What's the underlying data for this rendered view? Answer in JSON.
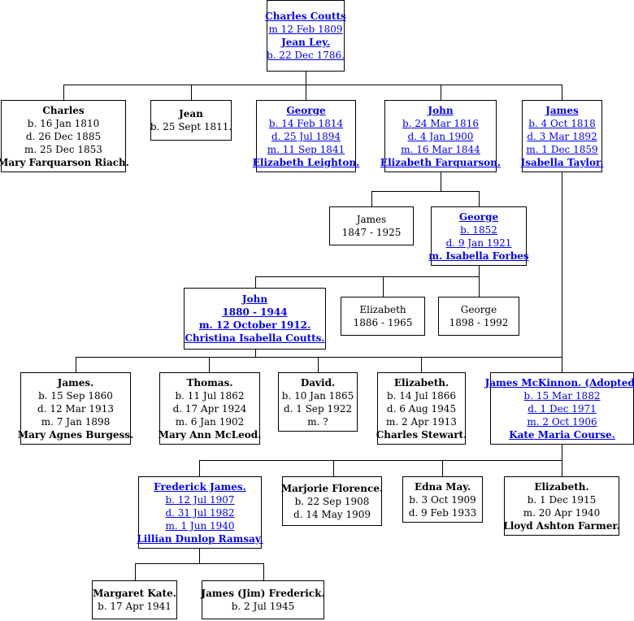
{
  "people": [
    {
      "id": "charles-coutts-sr",
      "lines": [
        {
          "text": "Charles Coutts",
          "bold": true,
          "link": true
        },
        {
          "text": "m 12 Feb 1809",
          "link": true
        },
        {
          "text": "Jean Ley.",
          "bold": true,
          "link": true
        },
        {
          "text": "b. 22 Dec 1786.",
          "link": true
        }
      ]
    },
    {
      "id": "charles",
      "lines": [
        {
          "text": "Charles",
          "bold": true
        },
        {
          "text": "b. 16 Jan 1810"
        },
        {
          "text": "d. 26 Dec 1885"
        },
        {
          "text": "m. 25 Dec 1853"
        },
        {
          "text": "Mary Farquarson Riach.",
          "bold": true
        }
      ]
    },
    {
      "id": "jean",
      "lines": [
        {
          "text": "Jean",
          "bold": true
        },
        {
          "text": "b. 25 Sept 1811."
        }
      ]
    },
    {
      "id": "george-1814",
      "lines": [
        {
          "text": "George",
          "bold": true,
          "link": true
        },
        {
          "text": "b. 14 Feb 1814",
          "link": true
        },
        {
          "text": "d. 25 Jul 1894",
          "link": true
        },
        {
          "text": "m. 11 Sep 1841",
          "link": true
        },
        {
          "text": "Elizabeth Leighton.",
          "bold": true,
          "link": true
        }
      ]
    },
    {
      "id": "john-1816",
      "lines": [
        {
          "text": "John",
          "bold": true,
          "link": true
        },
        {
          "text": "b. 24 Mar 1816",
          "link": true
        },
        {
          "text": "d. 4 Jan 1900",
          "link": true
        },
        {
          "text": "m. 16 Mar 1844",
          "link": true
        },
        {
          "text": "Elizabeth Farquarson.",
          "bold": true,
          "link": true
        }
      ]
    },
    {
      "id": "james-1818",
      "lines": [
        {
          "text": "James",
          "bold": true,
          "link": true
        },
        {
          "text": "b. 4 Oct 1818",
          "link": true
        },
        {
          "text": "d. 3 Mar 1892",
          "link": true
        },
        {
          "text": "m. 1 Dec 1859",
          "link": true
        },
        {
          "text": "Isabella Taylor.",
          "bold": true,
          "link": true
        }
      ]
    },
    {
      "id": "james-1847",
      "lines": [
        {
          "text": "James"
        },
        {
          "text": "1847 - 1925"
        }
      ]
    },
    {
      "id": "george-1852",
      "lines": [
        {
          "text": "George",
          "bold": true,
          "link": true
        },
        {
          "text": "b. 1852",
          "link": true
        },
        {
          "text": "d. 9 Jan 1921",
          "link": true
        },
        {
          "text": "m. Isabella Forbes",
          "bold": true,
          "link": true
        }
      ]
    },
    {
      "id": "john-1880",
      "lines": [
        {
          "text": "John",
          "bold": true,
          "link": true
        },
        {
          "text": "1880 - 1944",
          "bold": true,
          "link": true
        },
        {
          "text": "m. 12 October 1912.",
          "bold": true,
          "link": true
        },
        {
          "text": "Christina Isabella Coutts.",
          "bold": true,
          "link": true
        }
      ]
    },
    {
      "id": "elizabeth-1886",
      "lines": [
        {
          "text": "Elizabeth"
        },
        {
          "text": "1886 - 1965"
        }
      ]
    },
    {
      "id": "george-1898",
      "lines": [
        {
          "text": "George"
        },
        {
          "text": "1898 - 1992"
        }
      ]
    },
    {
      "id": "james-1860",
      "lines": [
        {
          "text": "James.",
          "bold": true
        },
        {
          "text": "b. 15 Sep 1860"
        },
        {
          "text": "d. 12 Mar 1913"
        },
        {
          "text": "m. 7 Jan 1898"
        },
        {
          "text": "Mary Agnes Burgess.",
          "bold": true
        }
      ]
    },
    {
      "id": "thomas-1862",
      "lines": [
        {
          "text": "Thomas.",
          "bold": true
        },
        {
          "text": "b. 11 Jul 1862"
        },
        {
          "text": "d. 17 Apr 1924"
        },
        {
          "text": "m. 6 Jan 1902"
        },
        {
          "text": "Mary Ann McLeod.",
          "bold": true
        }
      ]
    },
    {
      "id": "david-1865",
      "lines": [
        {
          "text": "David.",
          "bold": true
        },
        {
          "text": "b. 10 Jan 1865"
        },
        {
          "text": "d. 1 Sep 1922"
        },
        {
          "text": "m. ?"
        }
      ]
    },
    {
      "id": "elizabeth-1866",
      "lines": [
        {
          "text": "Elizabeth.",
          "bold": true
        },
        {
          "text": "b. 14 Jul 1866"
        },
        {
          "text": "d. 6 Aug 1945"
        },
        {
          "text": "m. 2 Apr 1913"
        },
        {
          "text": "Charles Stewart.",
          "bold": true
        }
      ]
    },
    {
      "id": "james-mckinnon",
      "lines": [
        {
          "text": "James McKinnon. (Adopted)",
          "bold": true,
          "link": true
        },
        {
          "text": "b. 15 Mar 1882",
          "link": true
        },
        {
          "text": "d. 1 Dec 1971",
          "link": true
        },
        {
          "text": "m. 2 Oct 1906",
          "link": true
        },
        {
          "text": "Kate Maria Course.",
          "bold": true,
          "link": true
        }
      ]
    },
    {
      "id": "frederick-james",
      "lines": [
        {
          "text": "Frederick James.",
          "bold": true,
          "link": true
        },
        {
          "text": "b. 12 Jul 1907",
          "link": true
        },
        {
          "text": "d. 31 Jul 1982",
          "link": true
        },
        {
          "text": "m. 1 Jun 1940",
          "link": true
        },
        {
          "text": "Lillian Dunlop Ramsay.",
          "bold": true,
          "link": true
        }
      ]
    },
    {
      "id": "marjorie-florence",
      "lines": [
        {
          "text": "Marjorie Florence.",
          "bold": true
        },
        {
          "text": "b. 22 Sep 1908"
        },
        {
          "text": "d. 14 May 1909"
        }
      ]
    },
    {
      "id": "edna-may",
      "lines": [
        {
          "text": "Edna May.",
          "bold": true
        },
        {
          "text": "b. 3 Oct 1909"
        },
        {
          "text": "d. 9 Feb 1933"
        }
      ]
    },
    {
      "id": "elizabeth-1915",
      "lines": [
        {
          "text": "Elizabeth.",
          "bold": true
        },
        {
          "text": "b. 1 Dec 1915"
        },
        {
          "text": "m. 20 Apr 1940"
        },
        {
          "text": "Lloyd Ashton Farmer.",
          "bold": true
        }
      ]
    },
    {
      "id": "margaret-kate",
      "lines": [
        {
          "text": "Margaret Kate.",
          "bold": true
        },
        {
          "text": "b. 17 Apr 1941"
        }
      ]
    },
    {
      "id": "james-jim-frederick",
      "lines": [
        {
          "text": "James (Jim) Frederick.",
          "bold": true
        },
        {
          "text": "b. 2 Jul 1945"
        }
      ]
    }
  ],
  "colors": {
    "link": "#0000ee",
    "text": "#000000",
    "line": "#000000",
    "background": "#ffffff"
  }
}
